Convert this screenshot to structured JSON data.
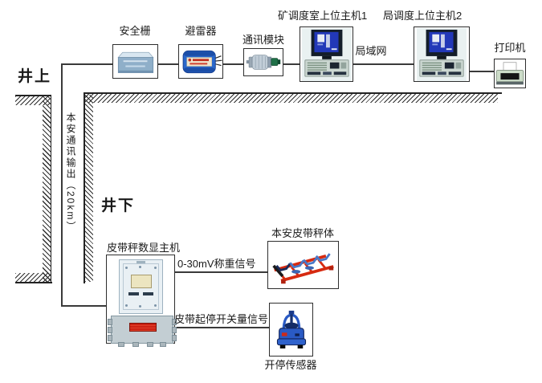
{
  "diagram": {
    "surface_label": "井上",
    "underground_label": "井下",
    "cable_label": "本安通讯输出（20km）",
    "lan_label": "局域网",
    "devices": {
      "safety_barrier": "安全栅",
      "lightning_arrester": "避雷器",
      "comm_module": "通讯模块",
      "mine_host": "矿调度室上位主机1",
      "bureau_host": "局调度上位主机2",
      "printer": "打印机",
      "scale_host": "皮带秤数显主机",
      "scale_body": "本安皮带秤体",
      "sensor": "开停传感器"
    },
    "signals": {
      "weighing": "0-30mV称重信号",
      "belt_switch": "皮带起停开关量信号"
    },
    "colors": {
      "line": "#3a3a3a",
      "device_blue": "#2a68cc",
      "alarm_red": "#cc2214",
      "screen_blue": "#2238b8"
    }
  }
}
